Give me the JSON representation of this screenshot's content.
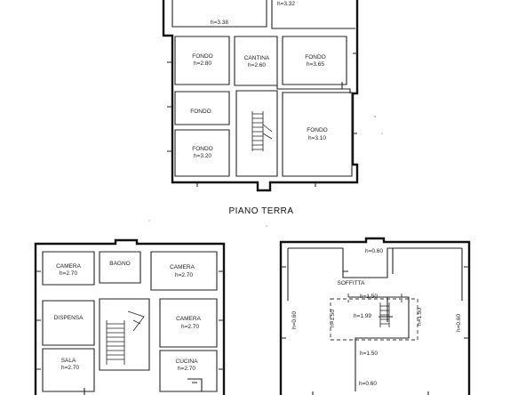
{
  "ground_floor": {
    "title": "PIANO TERRA",
    "rooms": [
      {
        "name": "",
        "height": "h=3.38"
      },
      {
        "name": "",
        "height": "h=3.32"
      },
      {
        "name": "FONDO",
        "height": "h=2.80"
      },
      {
        "name": "CANTINA",
        "height": "h=2.60"
      },
      {
        "name": "FONDO",
        "height": "h=3.65"
      },
      {
        "name": "FONDO",
        "height": ""
      },
      {
        "name": "FONDO",
        "height": "h=3.20"
      },
      {
        "name": "FONDO",
        "height": "h=3.10"
      }
    ]
  },
  "first_floor": {
    "rooms": [
      {
        "name": "CAMERA",
        "height": "h=2.70"
      },
      {
        "name": "BAGNO",
        "height": ""
      },
      {
        "name": "CAMERA",
        "height": "h=2.70"
      },
      {
        "name": "DISPENSA",
        "height": ""
      },
      {
        "name": "CAMERA",
        "height": "h=2.70"
      },
      {
        "name": "SALA",
        "height": "h=2.70"
      },
      {
        "name": "CUCINA",
        "height": "h=2.70"
      }
    ]
  },
  "attic": {
    "label": "SOFFITTA",
    "heights": [
      "h=0.60",
      "h=1.50",
      "h=1.99",
      "h=1.50",
      "h=0.60",
      "h=0.60",
      "h=1.50",
      "h=0.60",
      "h=1.50"
    ]
  }
}
